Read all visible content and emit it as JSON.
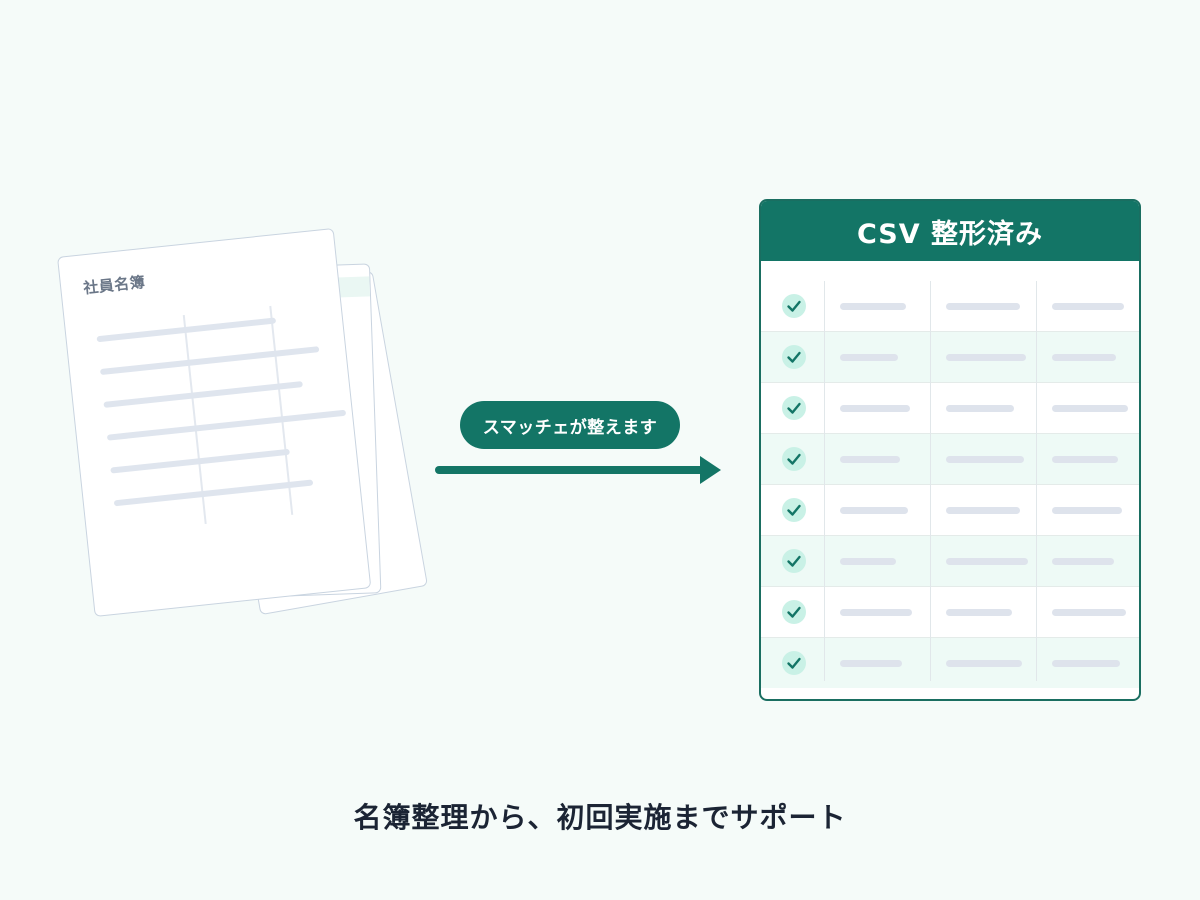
{
  "document": {
    "title": "社員名簿"
  },
  "process": {
    "label": "スマッチェが整えます"
  },
  "result": {
    "title": "CSV 整形済み",
    "row_count": 8,
    "rows_checked": 8
  },
  "caption": "名簿整理から、初回実施までサポート",
  "colors": {
    "accent": "#137566",
    "check_bg": "#c9f1e6",
    "row_alt": "#eefaf6",
    "background": "#f5fbf9"
  },
  "icons": {
    "check": "check-icon",
    "arrow": "arrow-right-icon"
  }
}
